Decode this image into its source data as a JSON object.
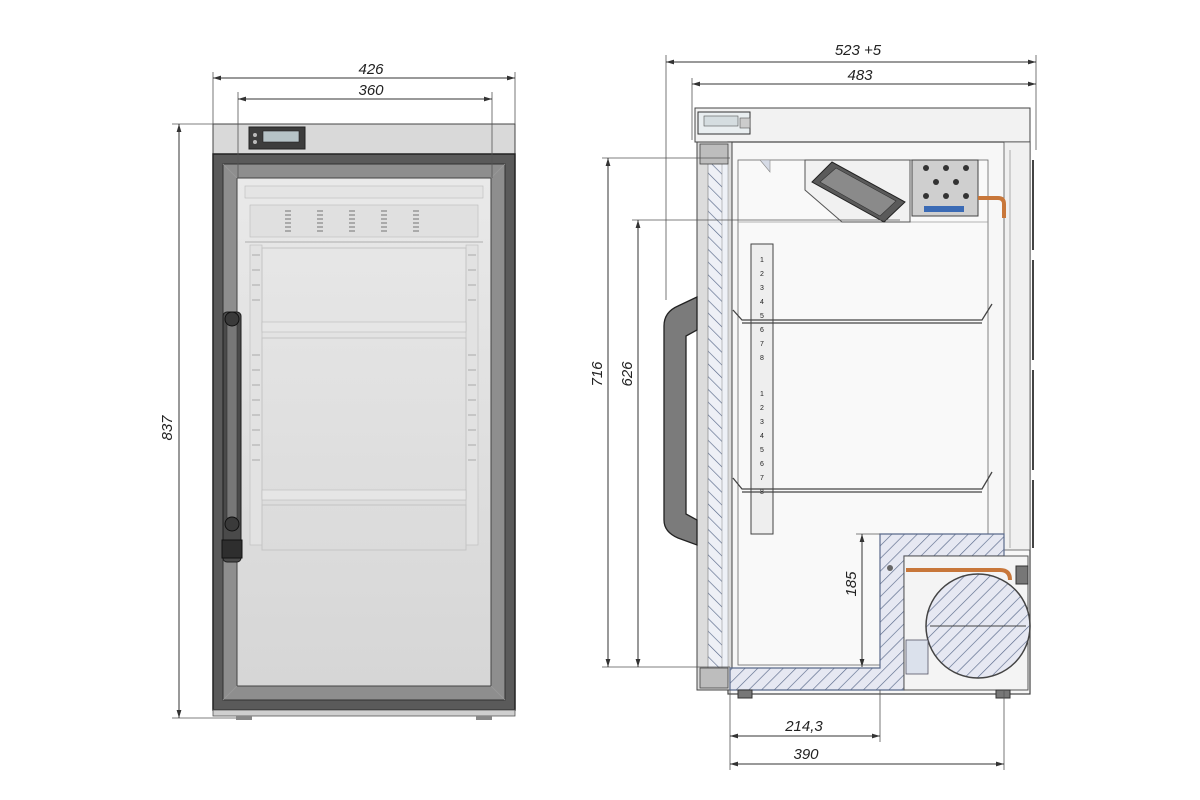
{
  "dimensions": {
    "front_outer_width": "426",
    "front_inner_width": "360",
    "front_height": "837",
    "side_total_depth": "523 +5",
    "side_body_depth": "483",
    "side_height": "716",
    "side_interior_height": "626",
    "compressor_height": "185",
    "compressor_offset": "214,3",
    "bottom_depth": "390"
  },
  "controller_display": {
    "front": "",
    "top": ""
  },
  "rail_numbers": [
    "1",
    "2",
    "3",
    "4",
    "5",
    "6",
    "7",
    "8",
    "1",
    "2",
    "3",
    "4",
    "5",
    "6",
    "7",
    "8"
  ],
  "colors": {
    "line": "#333333",
    "glass": "#dcdcdc",
    "cabinet": "#f4f4f4",
    "hatch": "#5a6a8a",
    "copper": "#c8773a",
    "insulation": "#e6e8f2"
  }
}
